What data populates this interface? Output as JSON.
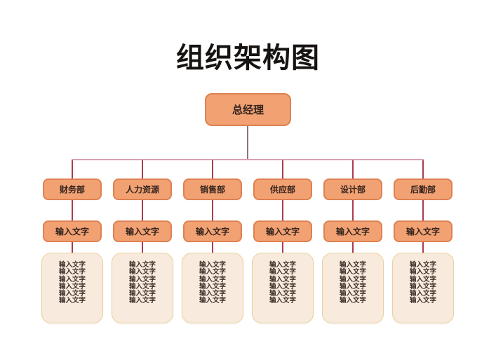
{
  "title": "组织架构图",
  "root_label": "总经理",
  "departments": [
    {
      "name": "财务部",
      "input_label": "输入文字",
      "items": [
        "输入文字",
        "输入文字",
        "输入文字",
        "输入文字",
        "输入文字",
        "输入文字"
      ]
    },
    {
      "name": "人力资源",
      "input_label": "输入文字",
      "items": [
        "输入文字",
        "输入文字",
        "输入文字",
        "输入文字",
        "输入文字",
        "输入文字"
      ]
    },
    {
      "name": "销售部",
      "input_label": "输入文字",
      "items": [
        "输入文字",
        "输入文字",
        "输入文字",
        "输入文字",
        "输入文字",
        "输入文字"
      ]
    },
    {
      "name": "供应部",
      "input_label": "输入文字",
      "items": [
        "输入文字",
        "输入文字",
        "输入文字",
        "输入文字",
        "输入文字",
        "输入文字"
      ]
    },
    {
      "name": "设计部",
      "input_label": "输入文字",
      "items": [
        "输入文字",
        "输入文字",
        "输入文字",
        "输入文字",
        "输入文字",
        "输入文字"
      ]
    },
    {
      "name": "后勤部",
      "input_label": "输入文字",
      "items": [
        "输入文字",
        "输入文字",
        "输入文字",
        "输入文字",
        "输入文字",
        "输入文字"
      ]
    }
  ],
  "colors": {
    "node_fill": "#F2A173",
    "node_border": "#DD8152",
    "leaf_fill": "#F8EADC",
    "leaf_border": "#EDD09C",
    "connector_top": "#87767A",
    "connector_rail": "#D8A1AD",
    "connector_stub": "#AA3C4D",
    "title_text": "#161311",
    "node_text": "#33241D"
  }
}
